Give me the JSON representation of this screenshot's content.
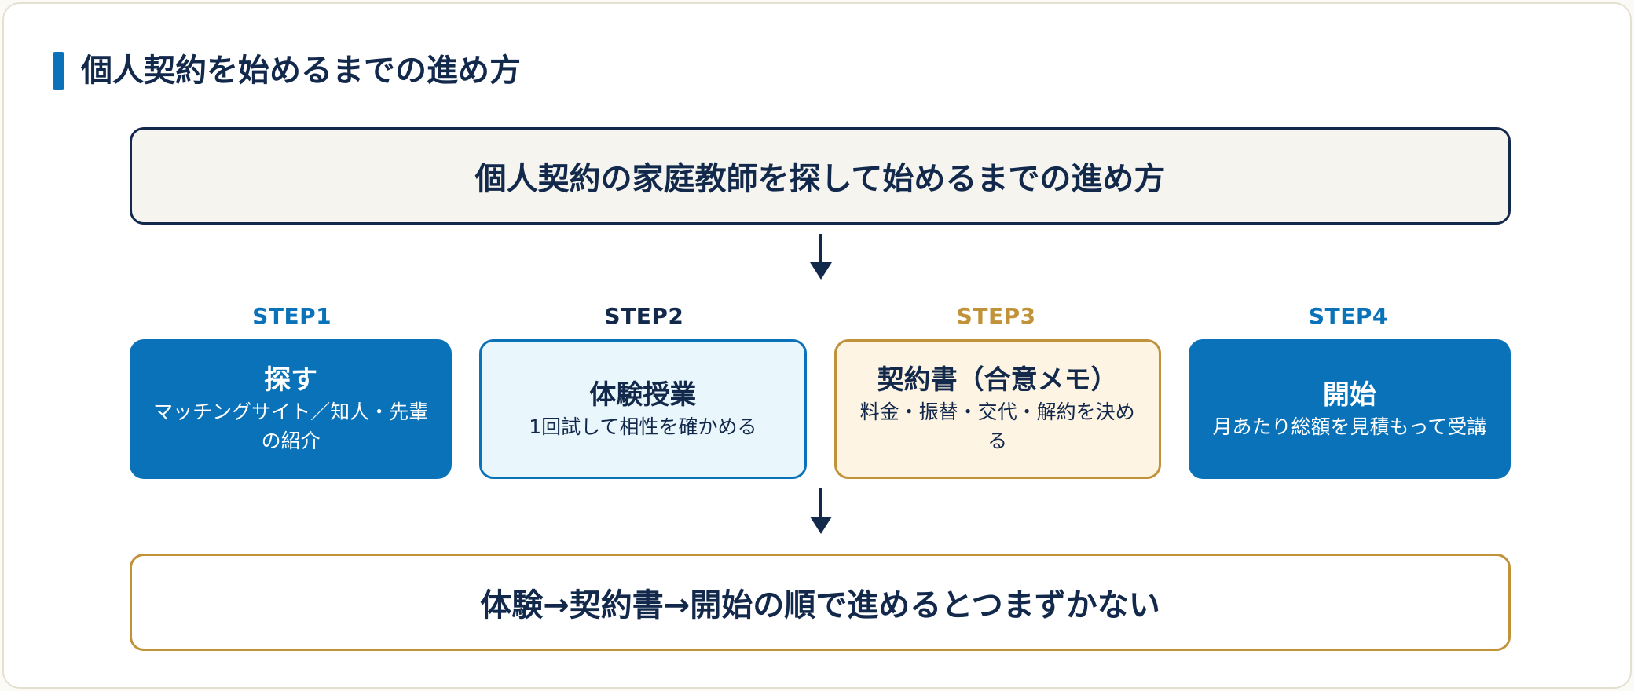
{
  "title": "個人契約を始めるまでの進め方",
  "header_box": {
    "text": "個人契約の家庭教師を探して始めるまでの進め方"
  },
  "steps": [
    {
      "label": "STEP1",
      "title": "探す",
      "desc": "マッチングサイト／知人・先輩の紹介"
    },
    {
      "label": "STEP2",
      "title": "体験授業",
      "desc": "1回試して相性を確かめる"
    },
    {
      "label": "STEP3",
      "title": "契約書（合意メモ）",
      "desc": "料金・振替・交代・解約を決める"
    },
    {
      "label": "STEP4",
      "title": "開始",
      "desc": "月あたり総額を見積もって受講"
    }
  ],
  "footer_box": {
    "text": "体験→契約書→開始の順で進めるとつまずかない"
  },
  "icons": {
    "title_accent": "vertical-bar-icon",
    "connector": "down-arrow-icon"
  },
  "colors": {
    "navy": "#13294b",
    "blue": "#0a72b8",
    "gold": "#c0923a",
    "light-blue": "#e9f6fc",
    "light-gold": "#fdf4e3",
    "header-bg": "#f5f4ef"
  }
}
